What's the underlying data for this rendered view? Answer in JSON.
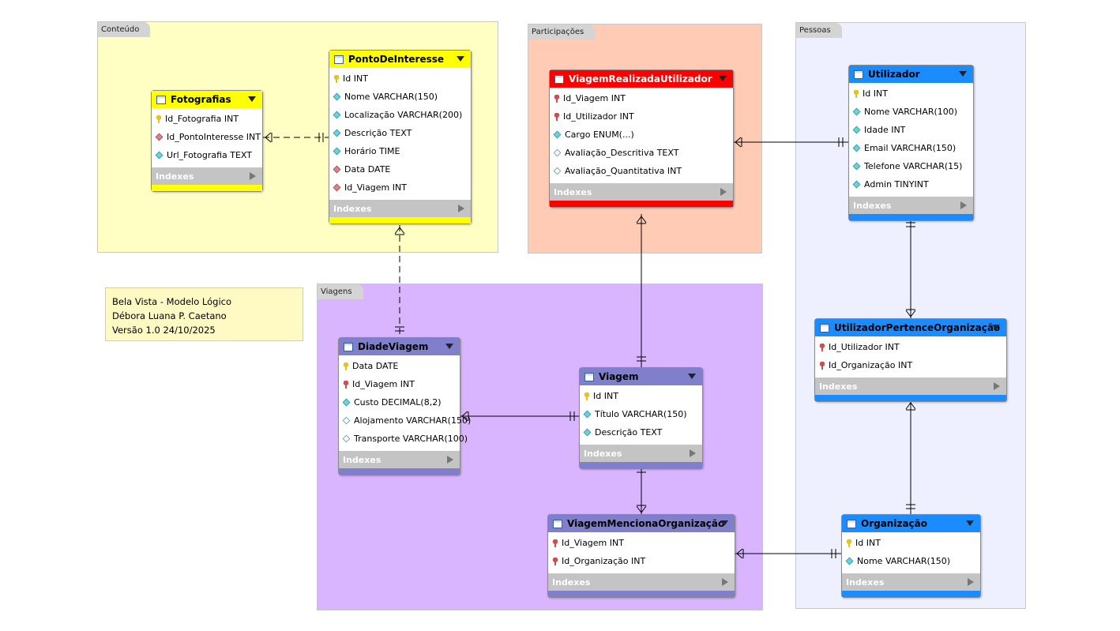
{
  "groups": [
    {
      "id": "conteudo",
      "label": "Conteúdo",
      "color": "#ffffc4"
    },
    {
      "id": "participacoes",
      "label": "Participações",
      "color": "#ffcbb4"
    },
    {
      "id": "pessoas",
      "label": "Pessoas",
      "color": "#eef0ff"
    },
    {
      "id": "viagens",
      "label": "Viagens",
      "color": "#dab5ff"
    }
  ],
  "note": {
    "lines": [
      "Bela Vista - Modelo Lógico",
      "Débora Luana P. Caetano",
      "Versão 1.0 24/10/2025"
    ]
  },
  "indexes_label": "Indexes",
  "tables": {
    "fotografias": {
      "name": "Fotografias",
      "header_color": "#ffff00",
      "name_color": "#000000",
      "columns": [
        {
          "name": "Id_Fotografia INT",
          "key": "pk"
        },
        {
          "name": "Id_PontoInteresse INT",
          "key": "fk"
        },
        {
          "name": "Url_Fotografia TEXT",
          "key": "nn"
        }
      ]
    },
    "ponto": {
      "name": "PontoDeInteresse",
      "header_color": "#ffff00",
      "name_color": "#000000",
      "columns": [
        {
          "name": "Id INT",
          "key": "pk"
        },
        {
          "name": "Nome VARCHAR(150)",
          "key": "nn"
        },
        {
          "name": "Localização VARCHAR(200)",
          "key": "nn"
        },
        {
          "name": "Descrição TEXT",
          "key": "nn"
        },
        {
          "name": "Horário TIME",
          "key": "nn"
        },
        {
          "name": "Data DATE",
          "key": "fk"
        },
        {
          "name": "Id_Viagem INT",
          "key": "fk"
        }
      ]
    },
    "vru": {
      "name": "ViagemRealizadaUtilizador",
      "header_color": "#ff0000",
      "name_color": "#ffffff",
      "columns": [
        {
          "name": "Id_Viagem INT",
          "key": "pkfk"
        },
        {
          "name": "Id_Utilizador INT",
          "key": "pkfk"
        },
        {
          "name": "Cargo ENUM(...)",
          "key": "nn"
        },
        {
          "name": "Avaliação_Descritiva TEXT",
          "key": "null"
        },
        {
          "name": "Avaliação_Quantitativa INT",
          "key": "null"
        }
      ]
    },
    "utilizador": {
      "name": "Utilizador",
      "header_color": "#1a8cff",
      "name_color": "#000000",
      "columns": [
        {
          "name": "Id INT",
          "key": "pk"
        },
        {
          "name": "Nome VARCHAR(100)",
          "key": "nn"
        },
        {
          "name": "Idade INT",
          "key": "nn"
        },
        {
          "name": "Email VARCHAR(150)",
          "key": "nn"
        },
        {
          "name": "Telefone VARCHAR(15)",
          "key": "nn"
        },
        {
          "name": "Admin TINYINT",
          "key": "nn"
        }
      ]
    },
    "upo": {
      "name": "UtilizadorPertenceOrganização",
      "header_color": "#1a8cff",
      "name_color": "#000000",
      "columns": [
        {
          "name": "Id_Utilizador INT",
          "key": "pkfk"
        },
        {
          "name": "Id_Organização INT",
          "key": "pkfk"
        }
      ]
    },
    "diadeviagem": {
      "name": "DiadeViagem",
      "header_color": "#7f7fcc",
      "name_color": "#000000",
      "columns": [
        {
          "name": "Data DATE",
          "key": "pk"
        },
        {
          "name": "Id_Viagem INT",
          "key": "pkfk"
        },
        {
          "name": "Custo DECIMAL(8,2)",
          "key": "nn"
        },
        {
          "name": "Alojamento VARCHAR(150)",
          "key": "null"
        },
        {
          "name": "Transporte VARCHAR(100)",
          "key": "null"
        }
      ]
    },
    "viagem": {
      "name": "Viagem",
      "header_color": "#7f7fcc",
      "name_color": "#000000",
      "columns": [
        {
          "name": "Id INT",
          "key": "pk"
        },
        {
          "name": "Título VARCHAR(150)",
          "key": "nn"
        },
        {
          "name": "Descrição TEXT",
          "key": "nn"
        }
      ]
    },
    "vmo": {
      "name": "ViagemMencionaOrganização",
      "header_color": "#7f7fcc",
      "name_color": "#000000",
      "columns": [
        {
          "name": "Id_Viagem INT",
          "key": "pkfk"
        },
        {
          "name": "Id_Organização INT",
          "key": "pkfk"
        }
      ]
    },
    "organizacao": {
      "name": "Organização",
      "header_color": "#1a8cff",
      "name_color": "#000000",
      "columns": [
        {
          "name": "Id INT",
          "key": "pk"
        },
        {
          "name": "Nome VARCHAR(150)",
          "key": "nn"
        }
      ]
    }
  }
}
